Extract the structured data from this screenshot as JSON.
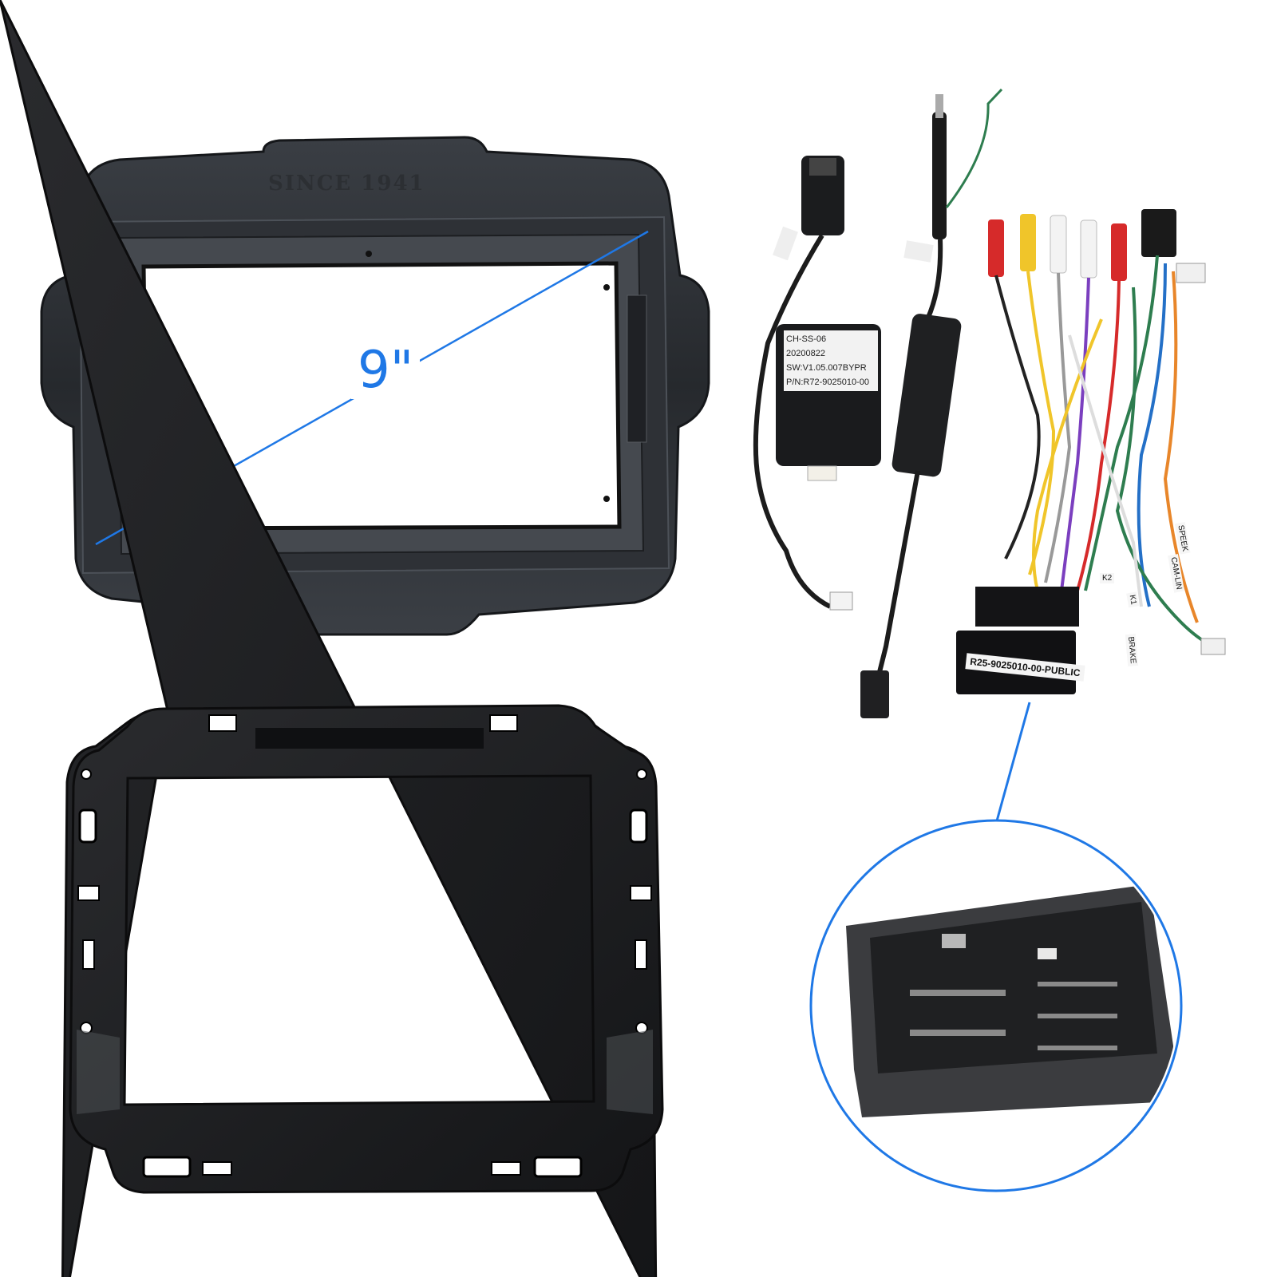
{
  "frame": {
    "screen_size": "9\"",
    "embossed_text": "SINCE 1941"
  },
  "module": {
    "line1": "CH-SS-06",
    "line2": "20200822",
    "line3": "SW:V1.05.007BYPR",
    "line4": "P/N:R72-9025010-00"
  },
  "harness": {
    "plug_label": "R25-9025010-00-PUBLIC",
    "tags": [
      "K2",
      "K1",
      "BRAKE",
      "SPEEK",
      "CAM-LIN"
    ]
  },
  "colors": {
    "accent": "#1f78e6",
    "frame": "#2b2e33",
    "bracket": "#1c1d20"
  }
}
